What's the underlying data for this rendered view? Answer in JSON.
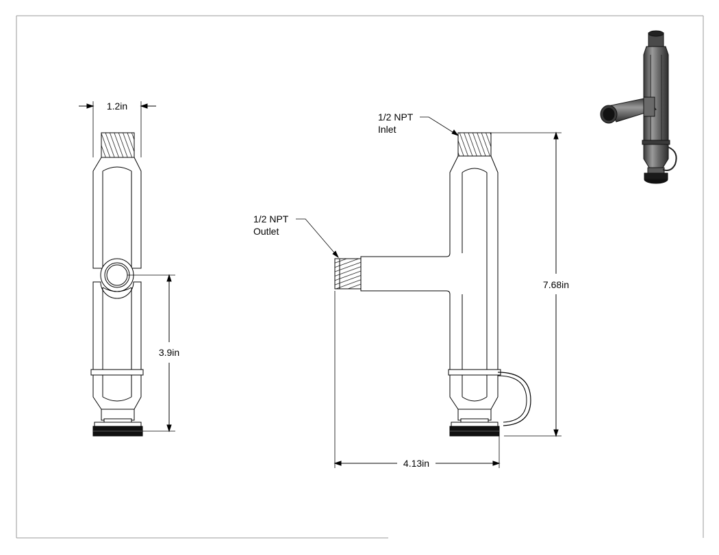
{
  "dimensions": {
    "width_top": "1.2in",
    "outlet_to_bottom": "3.9in",
    "overall_height": "7.68in",
    "overall_width": "4.13in"
  },
  "callouts": {
    "inlet": {
      "line1": "1/2 NPT",
      "line2": "Inlet"
    },
    "outlet": {
      "line1": "1/2 NPT",
      "line2": "Outlet"
    }
  },
  "colors": {
    "line": "#000000",
    "border": "#9a9a9a",
    "iso_body": "#6f6f6f",
    "iso_dark": "#2a2a2a"
  }
}
